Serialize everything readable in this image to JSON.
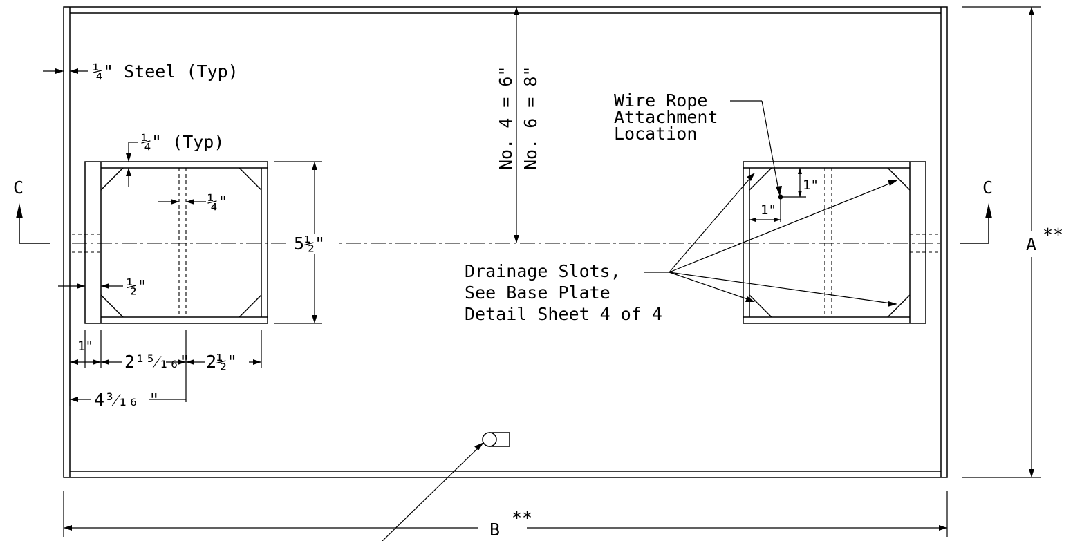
{
  "labels": {
    "steel_typ": "¼\" Steel (Typ)",
    "quarter_typ": "¼\" (Typ)",
    "quarter": "¼\"",
    "half": "½\"",
    "five_half": "5½\"",
    "one_inch": "1\"",
    "two_15_16": "2¹⁵⁄₁₆\"",
    "two_half": "2½\"",
    "four_3_16": "4³⁄₁₆ \"",
    "no4": "No. 4 = 6\"",
    "no6": "No. 6 = 8\"",
    "wire_rope_1": "Wire Rope",
    "wire_rope_2": "Attachment",
    "wire_rope_3": "Location",
    "drainage_1": "Drainage Slots,",
    "drainage_2": "See Base Plate",
    "drainage_3": "Detail Sheet 4 of 4",
    "section_left": "C",
    "section_right": "C",
    "dim_a": "A",
    "dim_b": "B",
    "stars": "**"
  }
}
